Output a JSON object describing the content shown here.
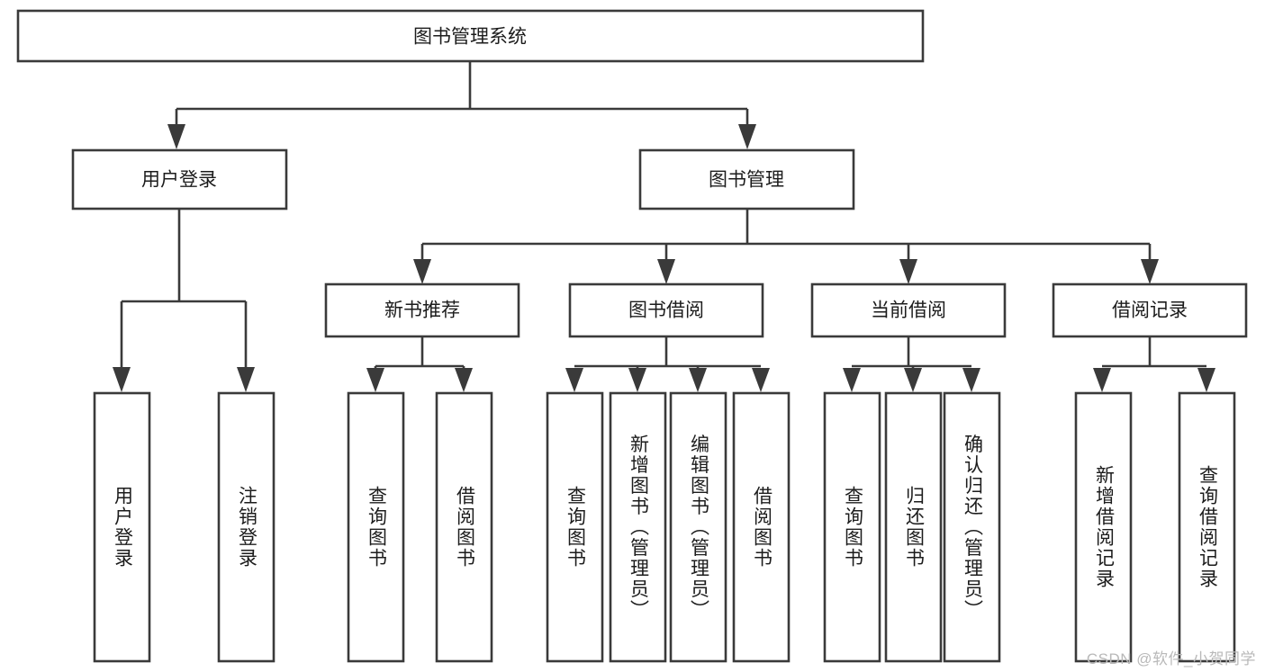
{
  "diagram": {
    "title": "图书管理系统",
    "watermark": "CSDN @软件_小贺同学",
    "type": "tree-hierarchy",
    "orientation": "top-down",
    "colors": {
      "box_fill": "#ffffff",
      "box_stroke": "#3a3a3a",
      "text": "#1c1c1c",
      "background": "#ffffff",
      "watermark": "#b9b9b9"
    },
    "root": {
      "label": "图书管理系统"
    },
    "level2": [
      {
        "label": "用户登录"
      },
      {
        "label": "图书管理"
      }
    ],
    "level3": [
      {
        "label": "新书推荐"
      },
      {
        "label": "图书借阅"
      },
      {
        "label": "当前借阅"
      },
      {
        "label": "借阅记录"
      }
    ],
    "leaves": {
      "user_login": [
        {
          "label": "用户登录"
        },
        {
          "label": "注销登录"
        }
      ],
      "new_book_recommend": [
        {
          "label": "查询图书"
        },
        {
          "label": "借阅图书"
        }
      ],
      "book_borrow": [
        {
          "label": "查询图书"
        },
        {
          "label": "新增图书（管理员）"
        },
        {
          "label": "编辑图书（管理员）"
        },
        {
          "label": "借阅图书"
        }
      ],
      "current_borrow": [
        {
          "label": "查询图书"
        },
        {
          "label": "归还图书"
        },
        {
          "label": "确认归还（管理员）"
        }
      ],
      "borrow_record": [
        {
          "label": "新增借阅记录"
        },
        {
          "label": "查询借阅记录"
        }
      ]
    }
  }
}
